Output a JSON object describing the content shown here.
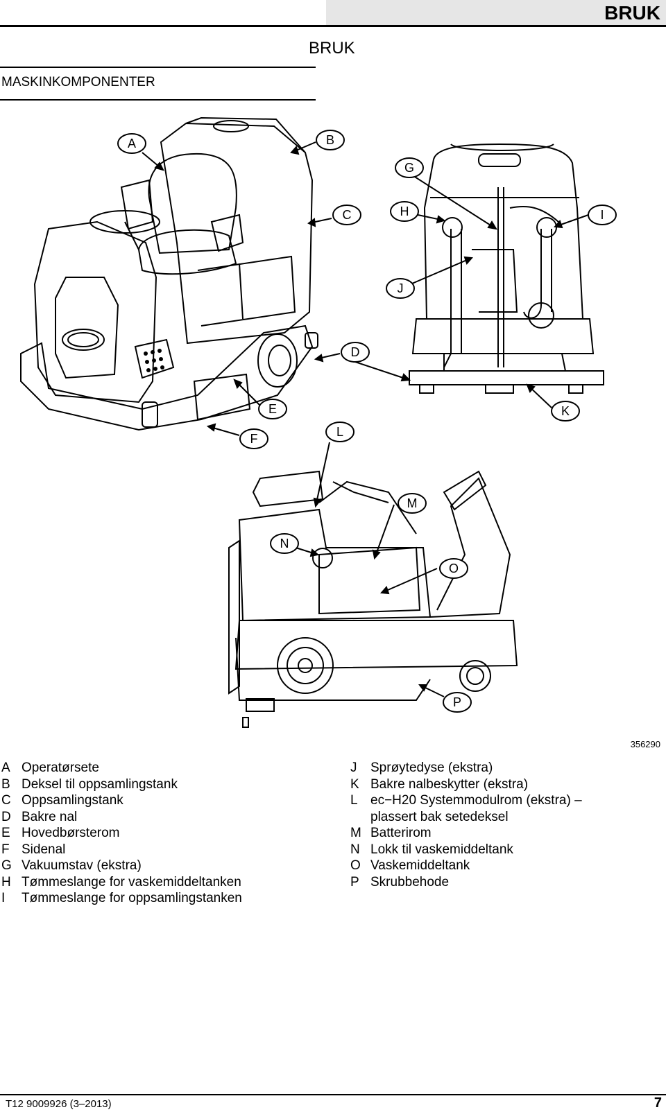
{
  "header": {
    "title": "BRUK"
  },
  "page_heading": "BRUK",
  "section_title": "MASKINKOMPONENTER",
  "figure": {
    "number": "356290",
    "callouts": [
      "A",
      "B",
      "C",
      "D",
      "E",
      "F",
      "G",
      "H",
      "I",
      "J",
      "K",
      "L",
      "M",
      "N",
      "O",
      "P"
    ]
  },
  "legend": {
    "left": [
      {
        "letter": "A",
        "text": "Operatørsete"
      },
      {
        "letter": "B",
        "text": "Deksel til oppsamlingstank"
      },
      {
        "letter": "C",
        "text": "Oppsamlingstank"
      },
      {
        "letter": "D",
        "text": "Bakre nal"
      },
      {
        "letter": "E",
        "text": "Hovedbørsterom"
      },
      {
        "letter": "F",
        "text": "Sidenal"
      },
      {
        "letter": "G",
        "text": "Vakuumstav (ekstra)"
      },
      {
        "letter": "H",
        "text": "Tømmeslange for vaskemiddeltanken"
      },
      {
        "letter": "I",
        "text": "Tømmeslange for oppsamlingstanken"
      }
    ],
    "right": [
      {
        "letter": "J",
        "text": "Sprøytedyse (ekstra)"
      },
      {
        "letter": "K",
        "text": "Bakre nalbeskytter (ekstra)"
      },
      {
        "letter": "L",
        "text": "ec−H20 Systemmodulrom (ekstra) –"
      },
      {
        "letter": "",
        "text": "plassert bak setedeksel"
      },
      {
        "letter": "M",
        "text": "Batterirom"
      },
      {
        "letter": "N",
        "text": "Lokk til vaskemiddeltank"
      },
      {
        "letter": "O",
        "text": "Vaskemiddeltank"
      },
      {
        "letter": "P",
        "text": "Skrubbehode"
      }
    ]
  },
  "footer": {
    "doc_number": "T12 9009926 (3–2013)",
    "page_number": "7"
  }
}
